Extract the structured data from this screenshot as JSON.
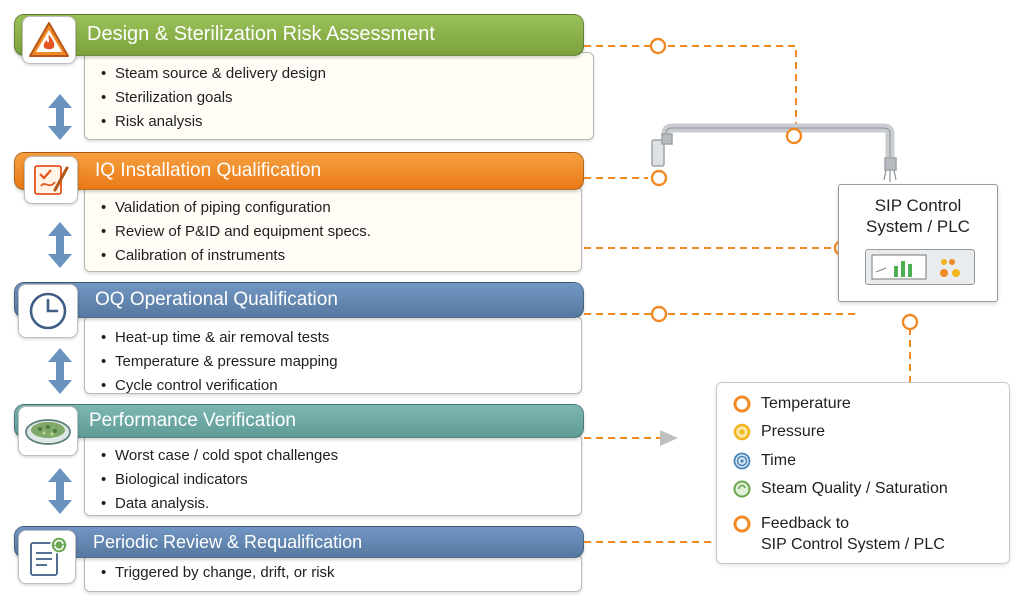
{
  "phases": [
    {
      "title": "Design & Sterilization Risk Assessment",
      "color": "#8bb14a",
      "items": [
        "Steam source & delivery design",
        "Sterilization goals",
        "Risk analysis"
      ],
      "icon": "warning-flame-icon"
    },
    {
      "title": "IQ Installation Qualification",
      "color": "#f08a24",
      "items": [
        "Validation of piping configuration",
        "Review of P&ID  and equipment specs.",
        "Calibration of instruments"
      ],
      "icon": "checklist-pen-icon"
    },
    {
      "title": "OQ Operational Qualification",
      "color": "#5f83b1",
      "items": [
        "Heat-up time & air removal tests",
        "Temperature & pressure mapping",
        "Cycle control  verification"
      ],
      "icon": "clock-icon"
    },
    {
      "title": "Performance Verification",
      "color": "#6ea9a5",
      "items": [
        "Worst case / cold spot challenges",
        "Biological indicators",
        "Data analysis."
      ],
      "icon": "petri-dish-icon"
    },
    {
      "title": "Periodic Review & Requalification",
      "color": "#5f83b1",
      "items": [
        "Triggered by change, drift, or risk"
      ],
      "icon": "document-recycle-icon"
    }
  ],
  "plc": {
    "title_line1": "SIP Control",
    "title_line2": "System / PLC"
  },
  "legend": {
    "items": [
      {
        "label": "Temperature",
        "color": "#f08a24",
        "icon": "temperature-circle-icon"
      },
      {
        "label": "Pressure",
        "color": "#f2b51e",
        "icon": "pressure-circle-icon"
      },
      {
        "label": "Time",
        "color": "#4a86b8",
        "icon": "time-spiral-icon"
      },
      {
        "label": "Steam Quality / Saturation",
        "color": "#6aa84f",
        "icon": "steam-quality-icon"
      }
    ],
    "feedback_line1": "Feedback to",
    "feedback_line2": "SIP Control System / PLC",
    "feedback_color": "#f08a24"
  },
  "colors": {
    "connector": "#f08a24",
    "arrow": "#6c93bf",
    "pipe": "#c9ccd0"
  }
}
